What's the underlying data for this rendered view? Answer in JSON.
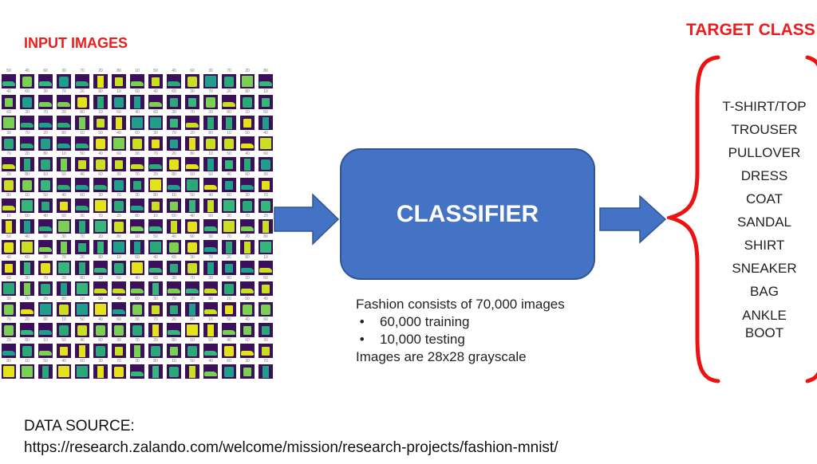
{
  "input_title": "INPUT IMAGES",
  "target_title": "TARGET CLASS",
  "classifier_label": "CLASSIFIER",
  "notes": {
    "line1": "Fashion consists of 70,000 images",
    "bullets": [
      "60,000 training",
      "10,000 testing"
    ],
    "line_last": "Images are 28x28 grayscale"
  },
  "classes": [
    "T-SHIRT/TOP",
    "TROUSER",
    "PULLOVER",
    "DRESS",
    "COAT",
    "SANDAL",
    "SHIRT",
    "SNEAKER",
    "BAG",
    "ANKLE\nBOOT"
  ],
  "source": {
    "label": "DATA SOURCE:",
    "url": "https://research.zalando.com/welcome/mission/research-projects/fashion-mnist/"
  },
  "colors": {
    "title_red": "#ee1c1c",
    "box_blue": "#4472c4",
    "arrow_blue": "#4472c4",
    "brace_red": "#ee1111",
    "thumb_bg": "#3b0f5c",
    "thumb_fg": [
      "#c8e020",
      "#7ad151",
      "#2aa878",
      "#35b779",
      "#e3e418",
      "#1f9e89"
    ]
  },
  "grid_tick_labels": [
    "50",
    "40",
    "60",
    "30",
    "70",
    "20",
    "80",
    "10"
  ]
}
